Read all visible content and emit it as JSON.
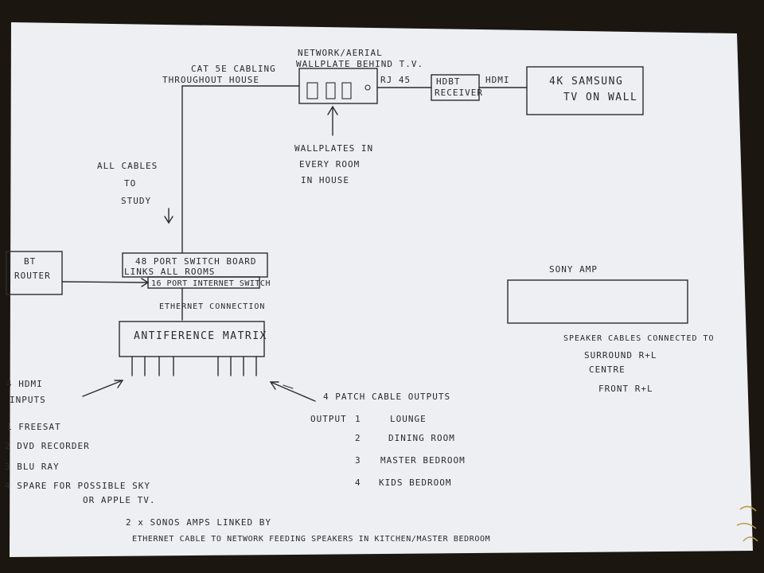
{
  "diagram": {
    "wallplate_title_1": "NETWORK/AERIAL",
    "wallplate_title_2": "WALLPLATE BEHIND T.V.",
    "cat5e_1": "CAT 5E CABLING",
    "cat5e_2": "THROUGHOUT HOUSE",
    "rj45": "RJ 45",
    "hdbt_1": "HDBT",
    "hdbt_2": "RECEIVER",
    "hdmi": "HDMI",
    "tv_1": "4K SAMSUNG",
    "tv_2": "TV ON WALL",
    "wallplates_1": "WALLPLATES IN",
    "wallplates_2": "EVERY ROOM",
    "wallplates_3": "IN HOUSE",
    "allcables_1": "ALL CABLES",
    "allcables_2": "TO",
    "allcables_3": "STUDY",
    "router_1": "BT",
    "router_2": "ROUTER",
    "switch_1": "48 PORT SWITCH BOARD",
    "switch_2": "LINKS ALL ROOMS",
    "internet_switch": "16 PORT INTERNET SWITCH",
    "ethernet_conn": "ETHERNET CONNECTION",
    "matrix": "ANTIFERENCE MATRIX",
    "hdmi_inputs_1": "4 HDMI",
    "hdmi_inputs_2": "INPUTS",
    "inputs": [
      "1  FREESAT",
      "2  DVD RECORDER",
      "3  BLU RAY",
      "4  SPARE FOR POSSIBLE SKY"
    ],
    "input_4_cont": "OR APPLE TV.",
    "patch_outputs": "4 PATCH CABLE OUTPUTS",
    "output_label": "OUTPUT",
    "outputs": [
      {
        "num": "1",
        "name": "LOUNGE"
      },
      {
        "num": "2",
        "name": "DINING ROOM"
      },
      {
        "num": "3",
        "name": "MASTER BEDROOM"
      },
      {
        "num": "4",
        "name": "KIDS BEDROOM"
      }
    ],
    "sony_amp": "SONY AMP",
    "speaker_1": "SPEAKER CABLES CONNECTED TO",
    "speaker_2": "SURROUND R+L",
    "speaker_3": "CENTRE",
    "speaker_4": "FRONT R+L",
    "sonos_1": "2 x SONOS AMPS LINKED BY",
    "sonos_2": "ETHERNET CABLE TO NETWORK FEEDING SPEAKERS IN KITCHEN/MASTER BEDROOM"
  },
  "colors": {
    "paper": "#eeeff3",
    "ink": "#2b2b30",
    "background": "#1c1611"
  }
}
